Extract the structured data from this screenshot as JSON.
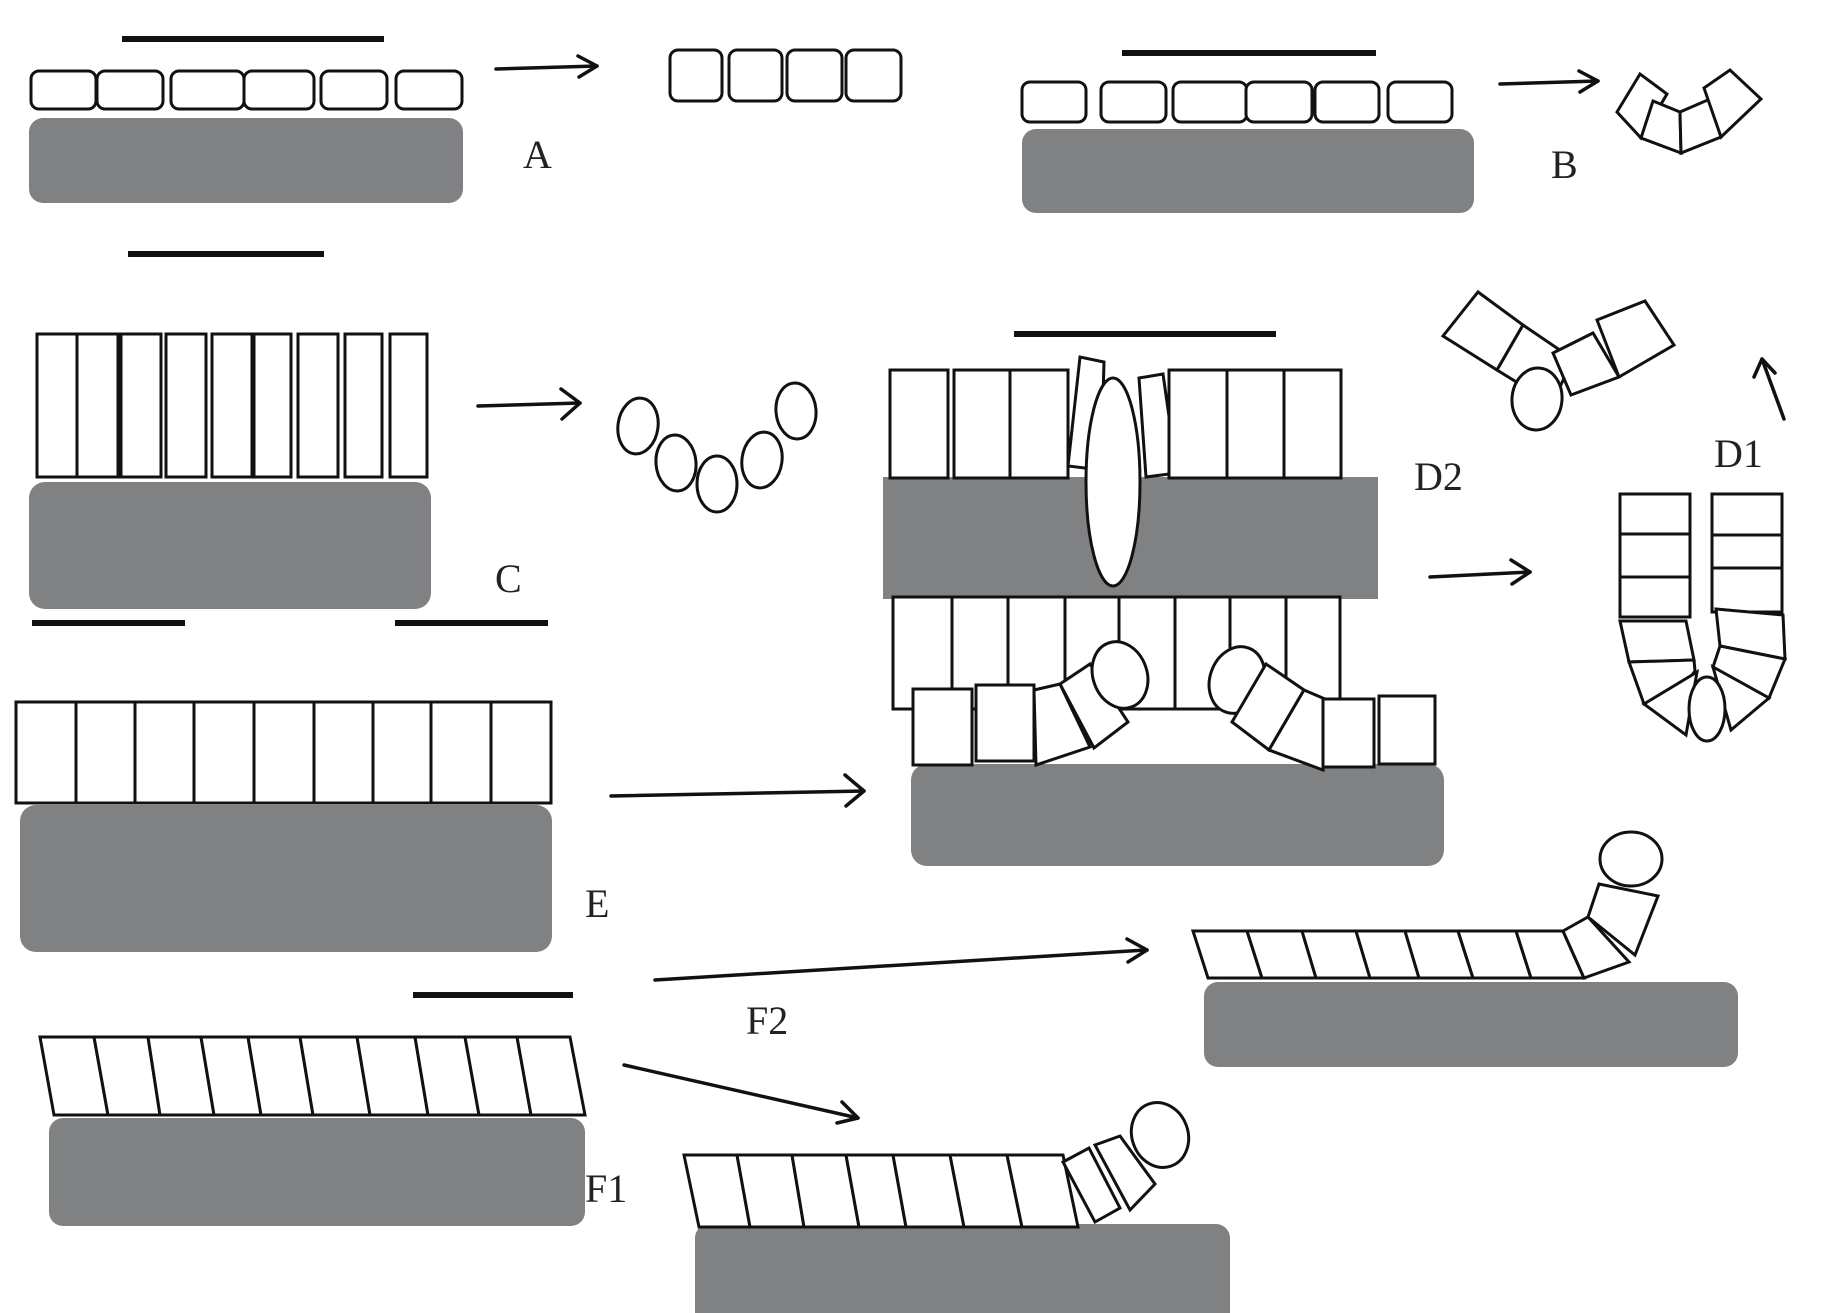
{
  "figure": {
    "panels": [
      {
        "id": "A",
        "label": "A",
        "description": "Flat epithelial sheet on substrate detaching as a flat group of cells"
      },
      {
        "id": "B",
        "label": "B",
        "description": "Flat sheet bending into a curved arc of cells"
      },
      {
        "id": "C",
        "label": "C",
        "description": "Columnar cells rounding into a chain of ovals"
      },
      {
        "id": "D2",
        "label": "D2",
        "description": "Double-layer with central oval cell extruding, forming a V-shaped group"
      },
      {
        "id": "D1",
        "label": "D1",
        "description": "U-shaped tube of cells opening into V-shape"
      },
      {
        "id": "E",
        "label": "E",
        "description": "Sheet with two segments lifting and curling at edges"
      },
      {
        "id": "F1",
        "label": "F1",
        "description": "Slanted cells forming short curled tip"
      },
      {
        "id": "F2",
        "label": "F2",
        "description": "Slanted cells forming taller curled tip"
      }
    ],
    "colors": {
      "substrate": "#808183",
      "cell_fill": "#ffffff",
      "outline": "#111111",
      "label": "#222222"
    }
  }
}
